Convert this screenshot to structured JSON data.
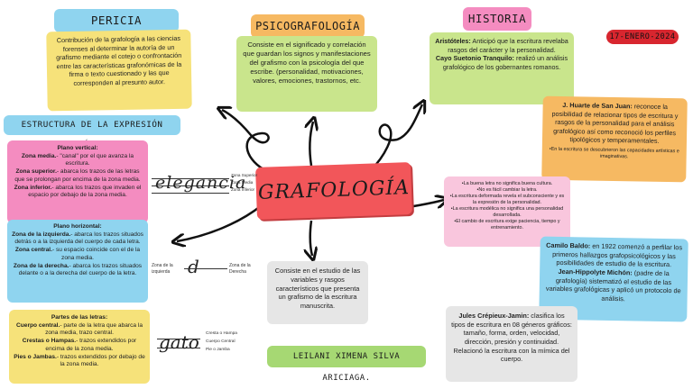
{
  "date": "17-ENERO-2024",
  "central": {
    "title": "GRAFOLOGÍA",
    "definition": "Consiste en el estudio de las variables y rasgos característicos que presenta un grafismo de la escritura manuscrita."
  },
  "author": "LEILANI XIMENA SILVA ARICIAGA.",
  "pericia": {
    "title": "PERICIA CALIGRAFICA",
    "text": "Contribución de la grafología a las ciencias forenses al determinar la autoría de un grafismo mediante el cotejo o confrontación entre las características grafonómicas de la firma o texto cuestionado y las que corresponden al presunto autor."
  },
  "psico": {
    "title": "PSICOGRAFOLOGÍA",
    "text": "Consiste en el significado y correlación que guardan los signos y manifestaciones del grafismo con la psicología del que escribe. (personalidad, motivaciones, valores, emociones, trastornos, etc."
  },
  "historia": {
    "title": "HISTORIA",
    "aristoteles": {
      "name": "Aristóteles:",
      "text": " Anticipó que la escritura revelaba rasgos del carácter y la personalidad."
    },
    "cayo": {
      "name": "Cayo Suetonio Tranquilo:",
      "text": " realizó un análisis grafológico de los gobernantes romanos."
    },
    "huarte": {
      "name": "J. Huarte de San Juan:",
      "text": " reconoce la posibilidad de relacionar tipos de escritura y rasgos de la personalidad para el análisis grafológico así como reconoció los perfiles tipológicos y temperamentales."
    },
    "huarte_note": "•En la escritura se descubrieron las capacidades artísticas e imaginativas.",
    "pink_list": [
      "•La buena letra no significa buena cultura.",
      "•No es fácil cambiar la letra.",
      "•La escritura deformada revela el subconsciente y es la expresión de la personalidad.",
      "•La escritura modélica no significa una personalidad desarrollada.",
      "•El cambio de escritura exige paciencia, tiempo y entrenamiento."
    ],
    "baldo": {
      "name": "Camilo Baldo:",
      "text": " en 1922 comenzó a perfilar los primeros hallazgos grafopsicológicos y las posibilidades de estudio de la escritura."
    },
    "michon": {
      "name": "Jean-Hippolyte Michón:",
      "text": " (padre de la grafología) sistematizó el estudio de las variables grafológicas y aplicó un protocolo de análisis."
    },
    "crepieux": {
      "name": "Jules Crépieux-Jamin:",
      "text": " clasifica los tipos de escritura en 08 géneros gráficos: tamaño, forma, orden, velocidad, dirección, presión y continuidad. Relacionó la escritura con la mímica del cuerpo."
    }
  },
  "estructura": {
    "title": "ESTRUCTURA DE LA EXPRESIÓN GRÁFICA",
    "vertical": {
      "title": "Plano vertical:",
      "media": {
        "name": "Zona media.",
        "text": "- \"canal\" por el que avanza la escritura."
      },
      "superior": {
        "name": "Zona superior.",
        "text": "- abarca los trazos de las letras que se prolongan por encima de la zona media."
      },
      "inferior": {
        "name": "Zona inferior.",
        "text": "- abarca los trazos que invaden el espacio por debajo de la zona media."
      }
    },
    "horizontal": {
      "title": "Plano horizontal:",
      "izquierda": {
        "name": "Zona de la izquierda.",
        "text": "- abarca los trazos situados detrás o a la izquierda del cuerpo de cada letra."
      },
      "central": {
        "name": "Zona central.",
        "text": "- su espacio coincide con el de la zona media."
      },
      "derecha": {
        "name": "Zona de la derecha.",
        "text": "- abarca los trazos situados delante o a la derecha del cuerpo de la letra."
      }
    },
    "partes": {
      "title": "Partes de las letras:",
      "cuerpo": {
        "name": "Cuerpo central.",
        "text": "- parte de la letra que abarca la zona media, trazo central."
      },
      "crestas": {
        "name": "Crestas o Hampas.",
        "text": "- trazos extendidos por encima de la zona media."
      },
      "pies": {
        "name": "Pies o Jambas.",
        "text": "- trazos extendidos por debajo de la zona media."
      }
    }
  },
  "sketches": {
    "elegancia": {
      "word": "elegancia",
      "labels": [
        "Zona Superior",
        "Zona Media",
        "Zona Inferior"
      ]
    },
    "horizontal": {
      "left": "Zona de la izquierda",
      "right": "Zona de la Derecha"
    },
    "gato": {
      "word": "gato",
      "labels": [
        "Cresta o Hampa",
        "Cuerpo Central",
        "Pie o Jamba"
      ]
    }
  },
  "colors": {
    "blue": "#8fd4ef",
    "yellow": "#f6e27a",
    "orange": "#f6b962",
    "pink": "#f48cc0",
    "light_pink": "#f9c6dd",
    "light_green": "#c9e58c",
    "grey": "#e6e6e6",
    "green": "#a6d873",
    "red": "#f2565a",
    "dark_red": "#d8262f"
  }
}
